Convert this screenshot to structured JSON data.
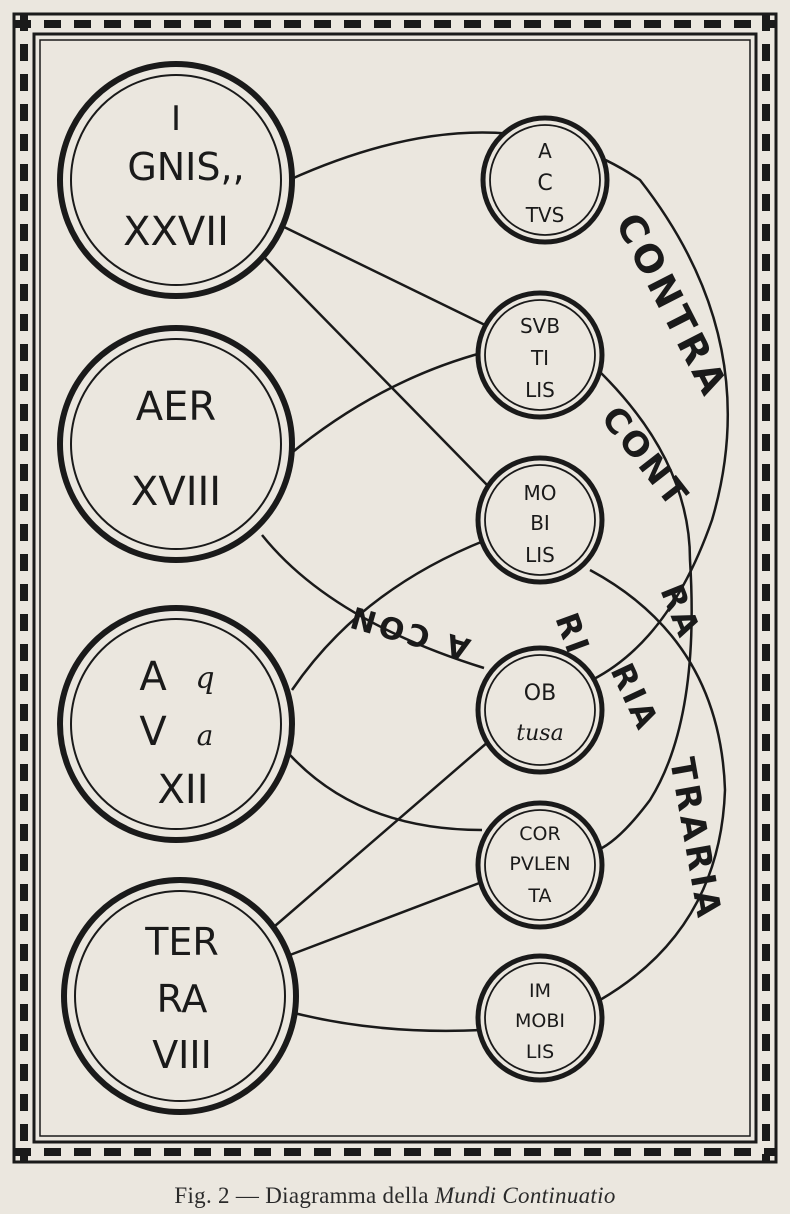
{
  "elements": [
    {
      "id": "ignis",
      "lines": [
        "I",
        "GNIS,,",
        "XXVII"
      ]
    },
    {
      "id": "aer",
      "lines": [
        "AER",
        "XVIII"
      ]
    },
    {
      "id": "aqva",
      "lines": [
        "A",
        "V",
        "XII"
      ],
      "small": [
        "q",
        "a"
      ]
    },
    {
      "id": "terra",
      "lines": [
        "TER",
        "RA",
        "VIII"
      ]
    }
  ],
  "qualities": [
    {
      "id": "actus",
      "lines": [
        "A",
        "C",
        "TVS"
      ]
    },
    {
      "id": "subtilis",
      "lines": [
        "SVB",
        "TI",
        "LIS"
      ]
    },
    {
      "id": "mobilis",
      "lines": [
        "MO",
        "BI",
        "LIS"
      ]
    },
    {
      "id": "obtusa",
      "lines": [
        "OB",
        "tusa"
      ]
    },
    {
      "id": "corpulenta",
      "lines": [
        "COR",
        "PVLEN",
        "TA"
      ]
    },
    {
      "id": "immobilis",
      "lines": [
        "IM",
        "MOBI",
        "LIS"
      ]
    }
  ],
  "arc_labels": {
    "contra": "CONTRA",
    "cont": "CONT",
    "ri": "RI",
    "a_con": "A CON",
    "ra": "RA",
    "ria": "RIA",
    "traria": "TRARIA"
  },
  "caption": {
    "prefix": "Fig. 2 — Diagramma della ",
    "italic": "Mundi Continuatio"
  }
}
